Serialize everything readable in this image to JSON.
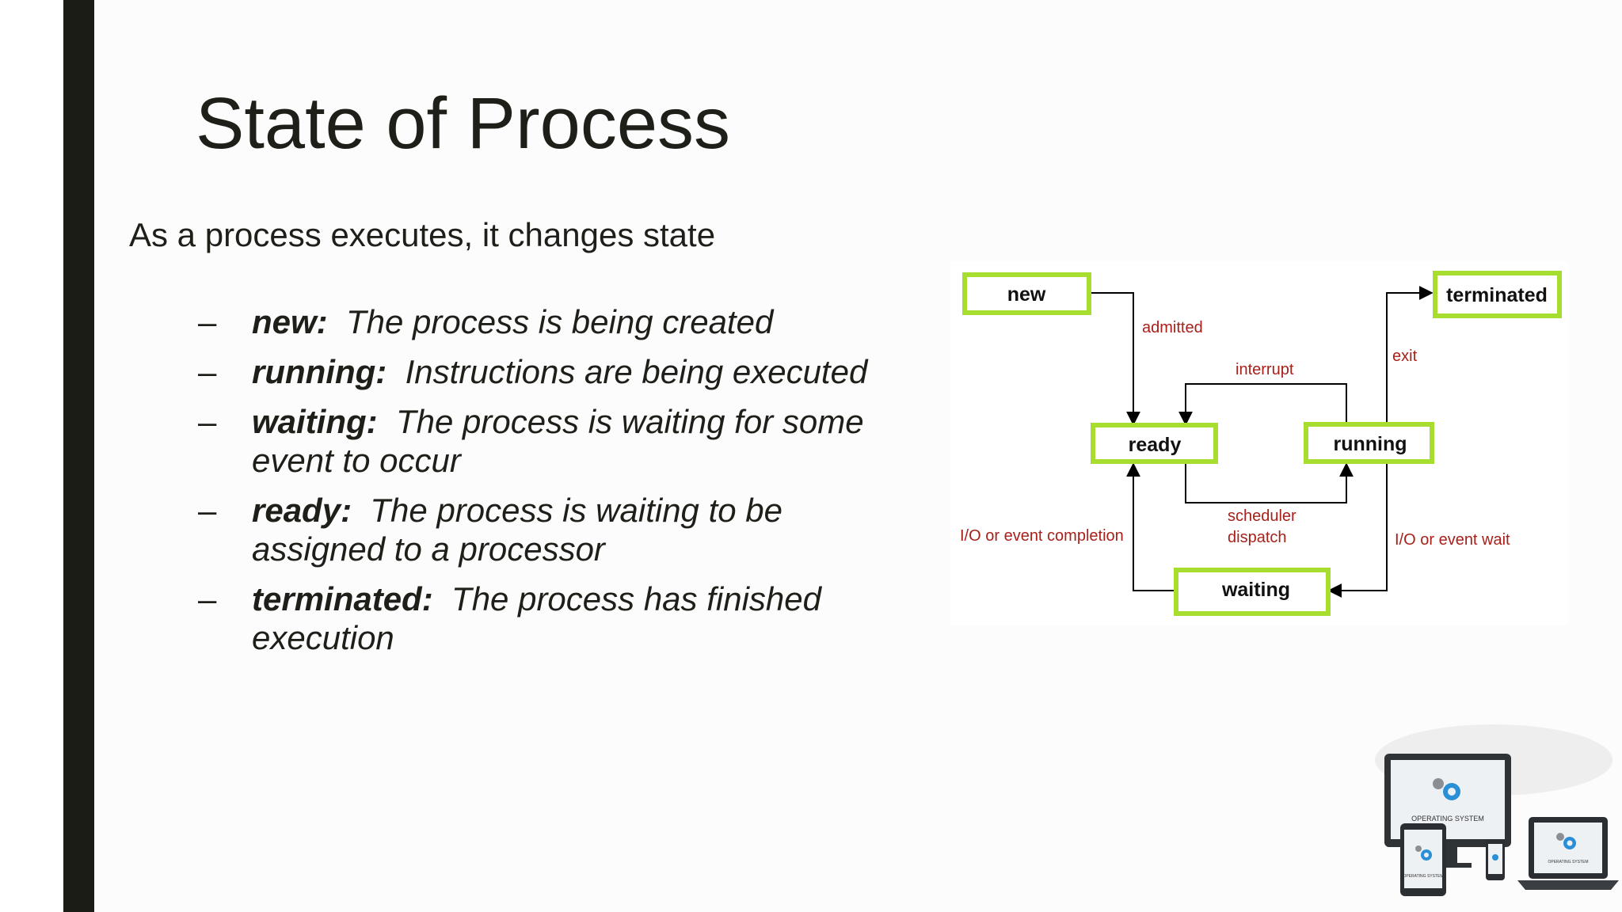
{
  "slide": {
    "title": "State of Process",
    "intro": "As a process executes, it changes state",
    "bullets": [
      {
        "dash": "–",
        "term": "new:",
        "text": "The process is being created"
      },
      {
        "dash": "–",
        "term": "running:",
        "text": "Instructions are being executed"
      },
      {
        "dash": "–",
        "term": "waiting:",
        "text": "The process is waiting for some event to occur"
      },
      {
        "dash": "–",
        "term": "ready:",
        "text": "The process is waiting to be assigned to a processor"
      },
      {
        "dash": "–",
        "term": "terminated:",
        "text": "The process has finished execution"
      }
    ]
  },
  "diagram": {
    "states": {
      "new": "new",
      "ready": "ready",
      "running": "running",
      "waiting": "waiting",
      "terminated": "terminated"
    },
    "edges": {
      "admitted": "admitted",
      "interrupt": "interrupt",
      "exit": "exit",
      "scheduler_line1": "scheduler",
      "scheduler_line2": "dispatch",
      "io_completion": "I/O or event completion",
      "io_wait": "I/O or event wait"
    },
    "colors": {
      "box_border": "#a6dd2e",
      "edge_label": "#a8201a",
      "side_bar": "#1c1c17"
    }
  },
  "devices_image": {
    "monitor_label": "OPERATING SYSTEM",
    "tablet_label": "OPERATING SYSTEM",
    "laptop_label": "OPERATING SYSTEM"
  }
}
